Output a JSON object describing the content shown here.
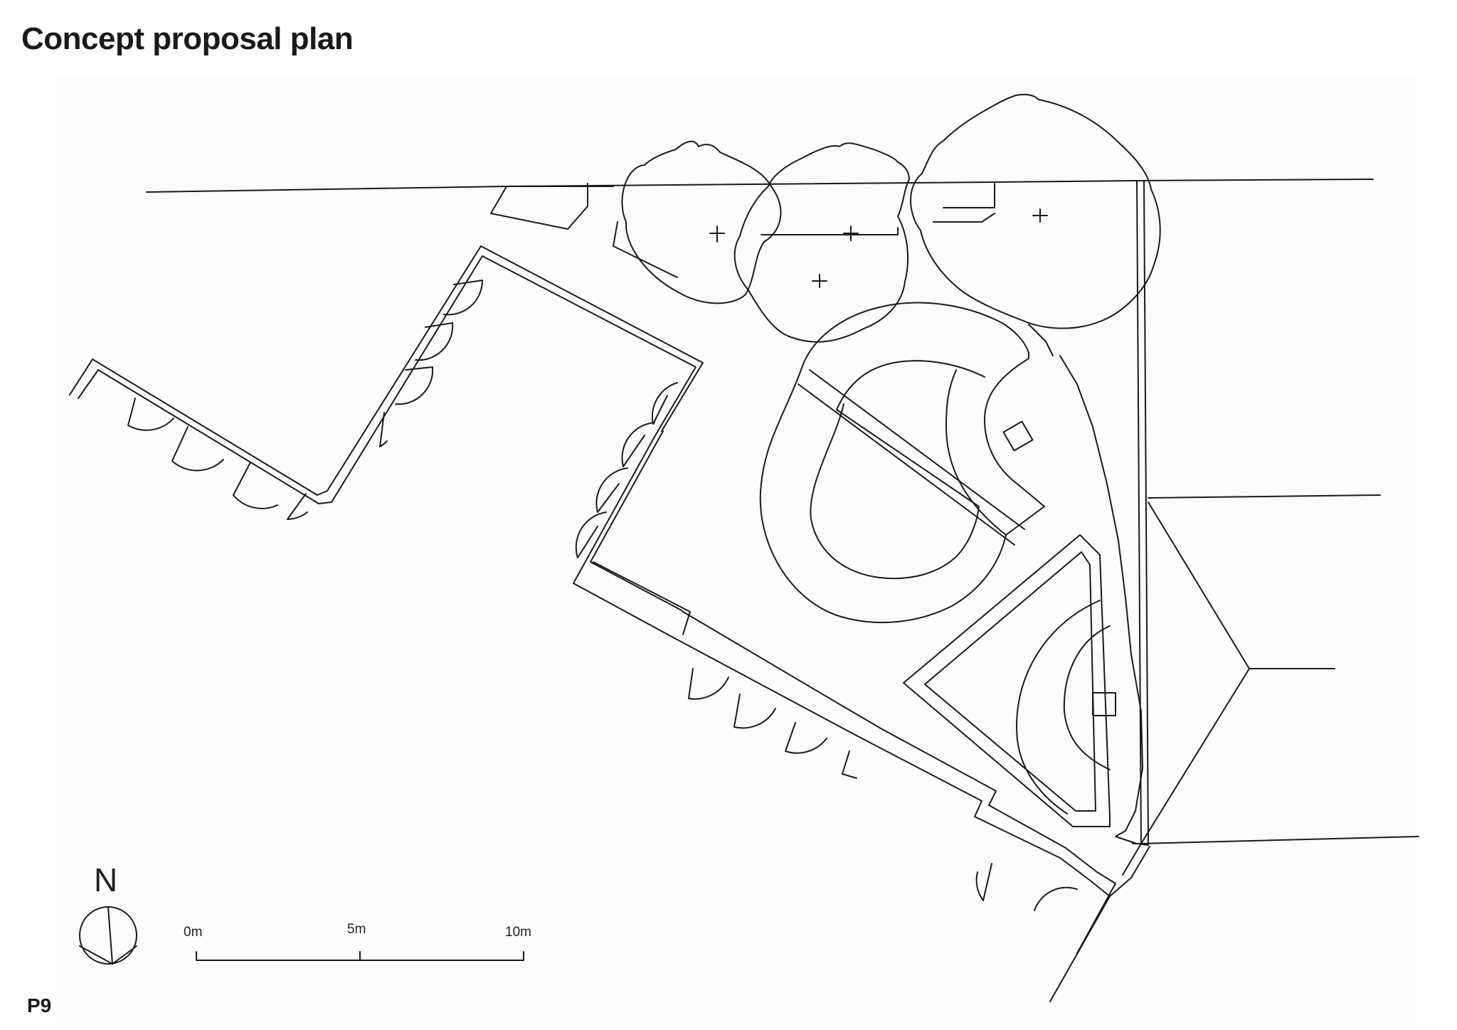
{
  "header": {
    "title": "Concept proposal plan"
  },
  "north_arrow": {
    "letter": "N",
    "icon": "north-arrow-icon"
  },
  "scale_bar": {
    "labels": [
      "0m",
      "5m",
      "10m"
    ]
  },
  "footer": {
    "page_number": "P9"
  },
  "colors": {
    "line": "#1a1a1a",
    "sheet": "#fcfcfc",
    "background": "#ffffff"
  }
}
